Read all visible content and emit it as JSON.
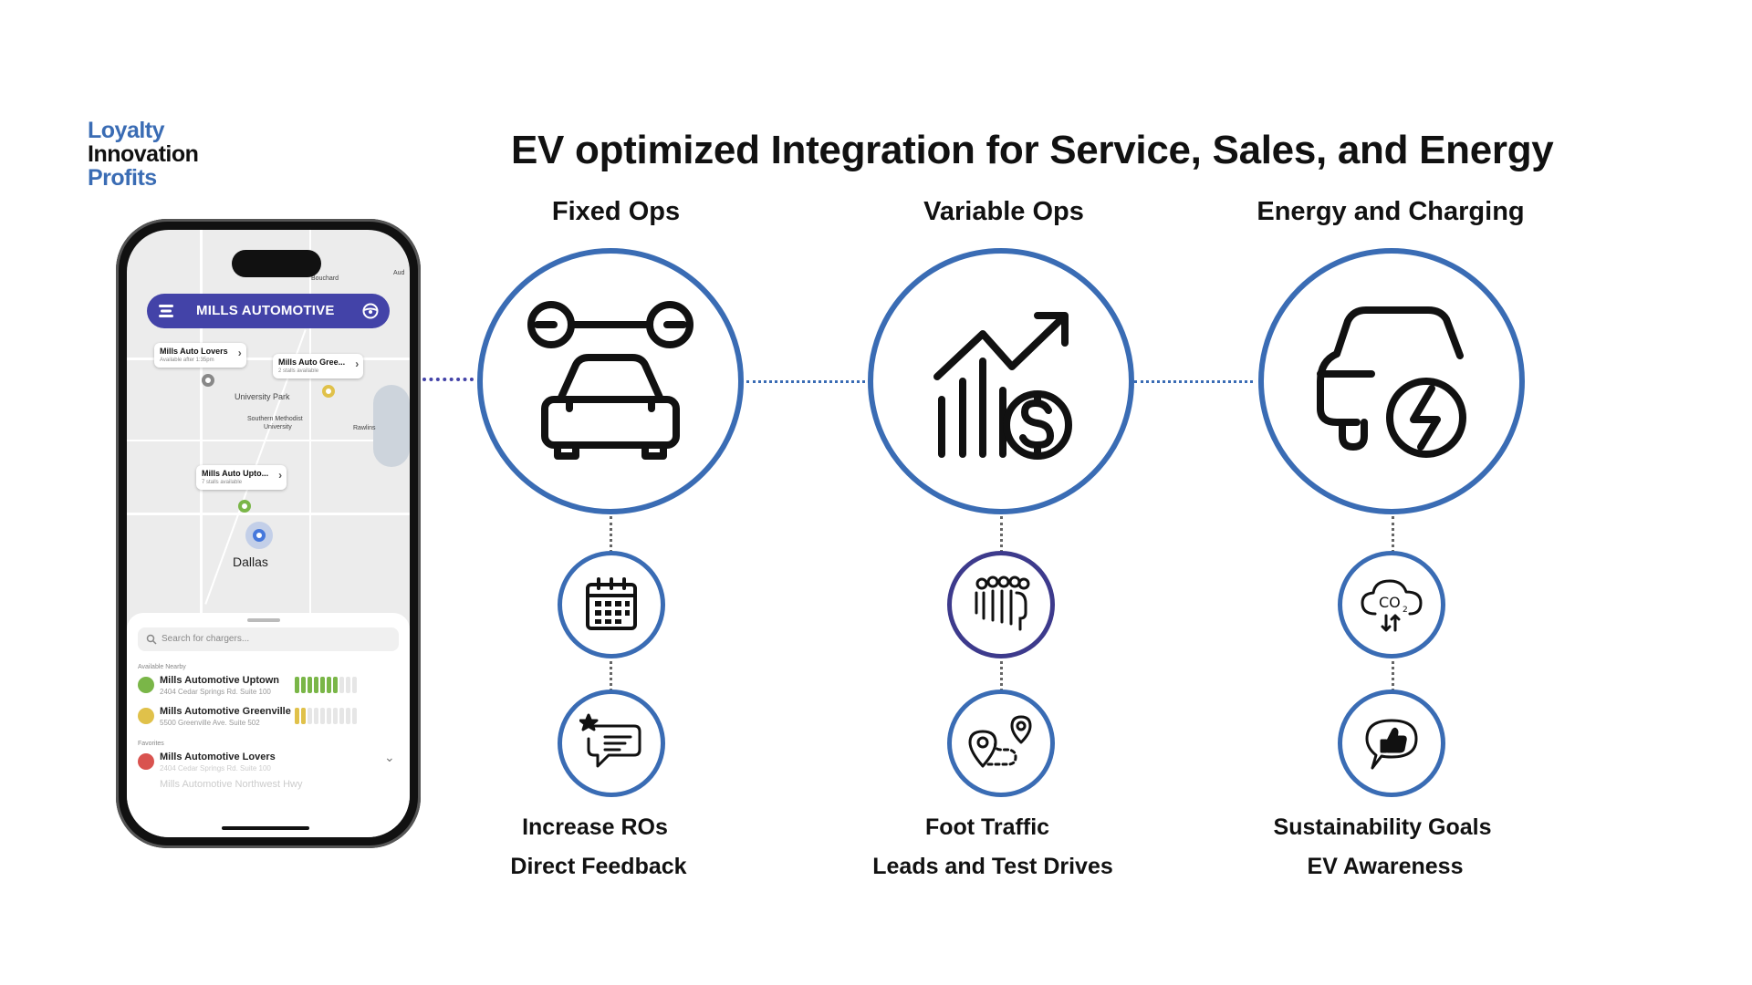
{
  "brand": {
    "line1": "Loyalty",
    "line2": "Innovation",
    "line3": "Profits"
  },
  "title": "EV optimized Integration for Service, Sales, and Energy",
  "columns": [
    {
      "heading": "Fixed Ops",
      "label1": "Increase ROs",
      "label2": "Direct Feedback"
    },
    {
      "heading": "Variable Ops",
      "label1": "Foot Traffic",
      "label2": "Leads and Test Drives"
    },
    {
      "heading": "Energy and Charging",
      "label1": "Sustainability Goals",
      "label2": "EV Awareness"
    }
  ],
  "icons": {
    "big": [
      "car-service-wrench-icon",
      "growth-chart-dollar-icon",
      "electric-car-charging-icon"
    ],
    "small_top": [
      "calendar-icon",
      "crowd-icon",
      "co2-cloud-icon"
    ],
    "small_bottom": [
      "feedback-chat-star-icon",
      "route-map-pins-icon",
      "thumbs-up-chat-icon"
    ]
  },
  "colors": {
    "accent": "#3a6cb4",
    "app_header": "#4343a8",
    "green": "#7ab648",
    "yellow": "#e0c14a",
    "red": "#d9534f"
  },
  "phone": {
    "app_name": "MILLS AUTOMOTIVE",
    "map_labels": {
      "top_right1": "Bouchard",
      "top_right2": "Aud",
      "university_park": "University Park",
      "smu_line1": "Southern Methodist",
      "smu_line2": "University",
      "rawlins": "Rawlins",
      "city": "Dallas"
    },
    "map_cards": [
      {
        "title": "Mills Auto Lovers",
        "sub": "Available after 1:35pm"
      },
      {
        "title": "Mills Auto Gree...",
        "sub": "2 stalls available"
      },
      {
        "title": "Mills Auto Upto...",
        "sub": "7 stalls available"
      }
    ],
    "search_placeholder": "Search for chargers...",
    "section_nearby": "Available Nearby",
    "section_favorites": "Favorites",
    "stations": [
      {
        "name": "Mills Automotive Uptown",
        "address": "2404 Cedar Springs Rd. Suite 100"
      },
      {
        "name": "Mills Automotive Greenville",
        "address": "5500 Greenville Ave. Suite 502"
      },
      {
        "name": "Mills Automotive Lovers",
        "address": "2404 Cedar Springs Rd. Suite 100"
      },
      {
        "name": "Mills Automotive Northwest Hwy",
        "address": ""
      }
    ],
    "availability": {
      "uptown": 0.7,
      "greenville": 0.2
    }
  }
}
